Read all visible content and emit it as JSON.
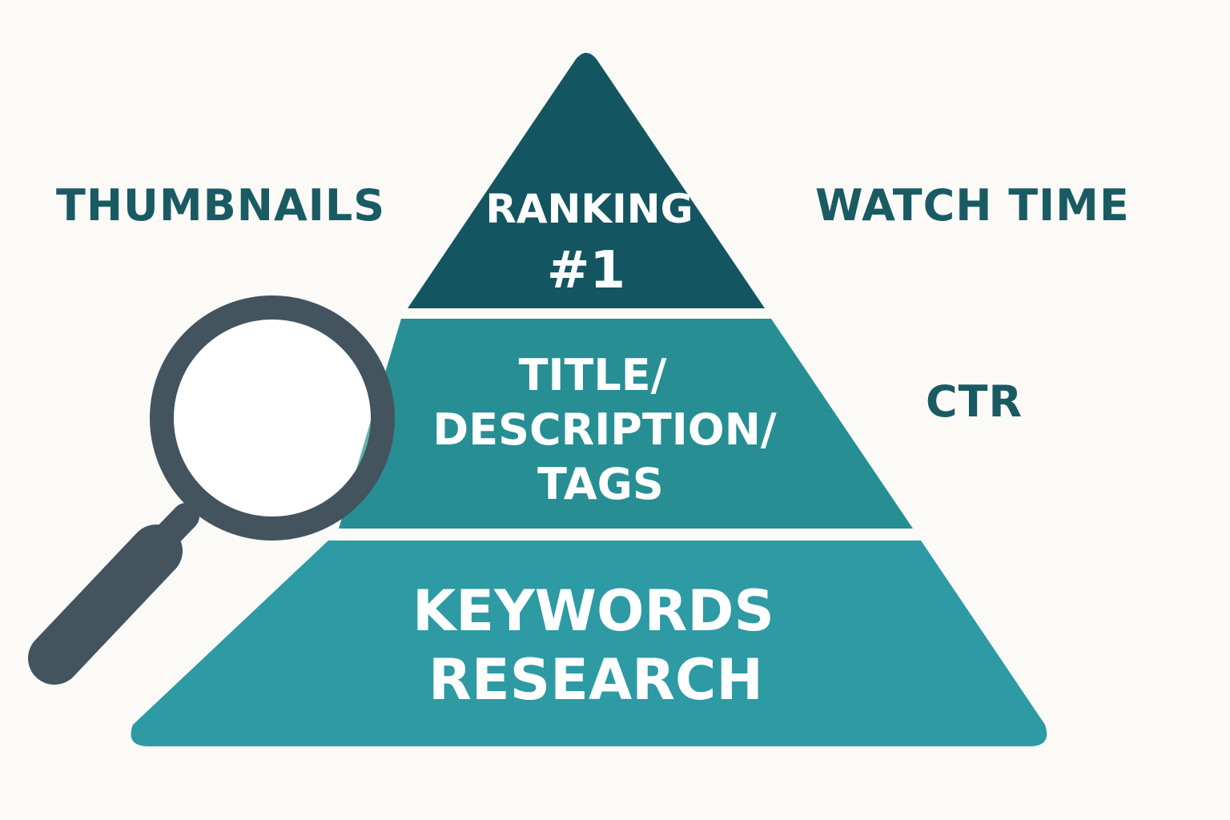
{
  "labels": {
    "left": "THUMBNAILS",
    "right_top": "WATCH TIME",
    "right_mid": "CTR"
  },
  "tiers": {
    "top": {
      "line1": "RANKING",
      "line2": "#1"
    },
    "middle": {
      "line1": "TITLE/",
      "line2": "DESCRIPTION/",
      "line3": "TAGS"
    },
    "bottom": {
      "line1": "KEYWORDS",
      "line2": "RESEARCH"
    }
  },
  "colors": {
    "background": "#fbfaf7",
    "tier_top": "#135560",
    "tier_middle": "#278e94",
    "tier_bottom": "#2d9aa4",
    "label_text": "#1a5b63",
    "magnifier": "#43545f",
    "lens_tint": "#62b0b1"
  },
  "icons": {
    "magnifier": "magnifying-glass-icon"
  }
}
